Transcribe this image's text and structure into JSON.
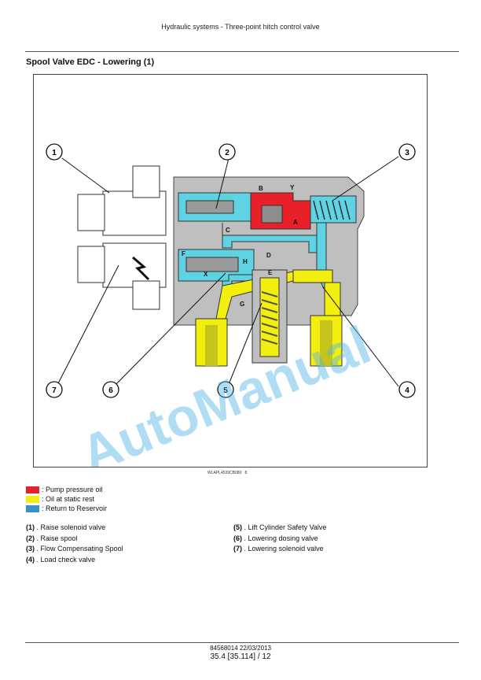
{
  "header": {
    "title": "Hydraulic systems - Three-point hitch control valve"
  },
  "section": {
    "title": "Spool Valve EDC - Lowering (1)"
  },
  "figure": {
    "code": "WLAPL4539CB080",
    "code_suffix": "8",
    "callouts": [
      "1",
      "2",
      "3",
      "4",
      "5",
      "6",
      "7"
    ],
    "port_letters": [
      "B",
      "A",
      "C",
      "D",
      "E",
      "F",
      "G",
      "H",
      "Y",
      "X"
    ],
    "watermark": "AutoManual"
  },
  "legend": [
    {
      "color": "#e8202a",
      "label": ": Pump pressure oil"
    },
    {
      "color": "#f2ee10",
      "label": ": Oil at static rest"
    },
    {
      "color": "#3a8fce",
      "label": ": Return to Reservoir"
    }
  ],
  "parts_left": [
    {
      "num": "(1)",
      "sep": ". ",
      "label": "Raise solenoid valve"
    },
    {
      "num": "(2)",
      "sep": ". ",
      "label": "Raise spool"
    },
    {
      "num": "(3)",
      "sep": ". ",
      "label": "Flow Compensating Spool"
    },
    {
      "num": "(4)",
      "sep": ". ",
      "label": "Load check valve"
    }
  ],
  "parts_right": [
    {
      "num": "(5)",
      "sep": ". ",
      "label": "Lift Cylinder Safety Valve"
    },
    {
      "num": "(6)",
      "sep": ". ",
      "label": "Lowering dosing valve"
    },
    {
      "num": "(7)",
      "sep": ". ",
      "label": "Lowering solenoid valve"
    }
  ],
  "footer": {
    "doc": "84568014 22/03/2013",
    "page": "35.4 [35.114] / 12"
  }
}
